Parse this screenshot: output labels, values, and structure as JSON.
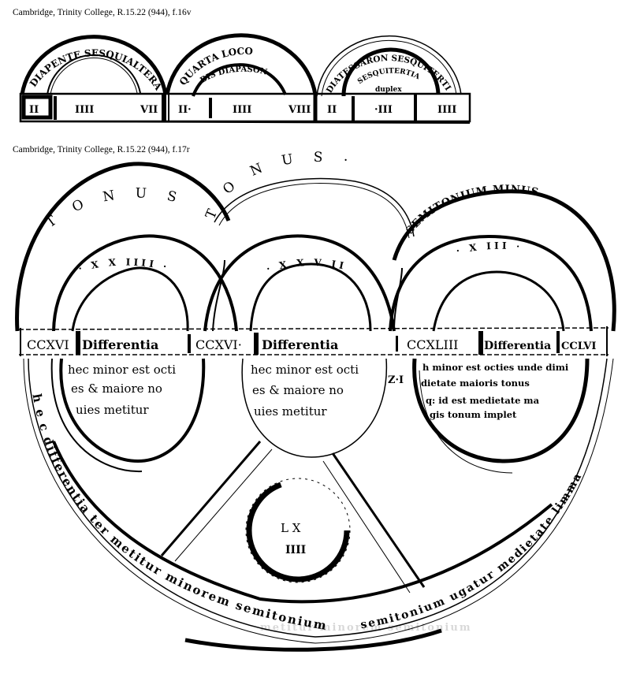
{
  "figure_top": {
    "caption": "Cambridge, Trinity College, R.15.22 (944), f.16v",
    "arcs": [
      {
        "outer_label": "DIAPENTE SESQUIALTERA",
        "inner_label": ""
      },
      {
        "outer_label": "QUARTA LOCO",
        "inner_label": "BIS DIAPASON"
      },
      {
        "outer_label": "DIATESSARON SESQUITERTIA",
        "inner_label": "SESQUITERTIA",
        "small_label": "duplex"
      }
    ],
    "cells": [
      "II",
      "IIII",
      "VII",
      "II·",
      "IIII",
      "VIII",
      "II",
      "·III",
      "IIII"
    ]
  },
  "figure_main": {
    "caption": "Cambridge, Trinity College, R.15.22 (944), f.17r",
    "outer_arcs": [
      {
        "label": "T O N U S",
        "inner_number": "· X X IIII ·"
      },
      {
        "label": "T O N U S ·",
        "inner_number": "· X X V II"
      },
      {
        "label": "SEMITONIUM MINUS",
        "inner_number": "· X III ·"
      }
    ],
    "band": [
      {
        "value": "CCXVI",
        "label": "Differentia"
      },
      {
        "value": "CCXVI·",
        "label": "Differentia"
      },
      {
        "value": "CCXLIII",
        "label": "Differentia",
        "end": "CCLVI"
      }
    ],
    "circles": [
      {
        "lines": [
          "hec minor est octi",
          "es & maiore no",
          "uies metitur"
        ]
      },
      {
        "lines": [
          "hec minor est octi",
          "es & maiore no",
          "uies metitur"
        ]
      },
      {
        "lines": [
          "h minor est octies unde dimi",
          "dietate maioris tonus",
          "q: id est medietate ma",
          "gis tonum implet"
        ]
      }
    ],
    "side_mark": "Z·I",
    "center_circle": {
      "line1": "L X",
      "line2": "IIII"
    },
    "bottom_band_left": "h e c  differentia  ter  metitur  minorem  semitonium",
    "bottom_band_right": "semitonium  ugatur  medietate  limma",
    "bottom_band_mid": "metitur  minorem  semitonium"
  }
}
